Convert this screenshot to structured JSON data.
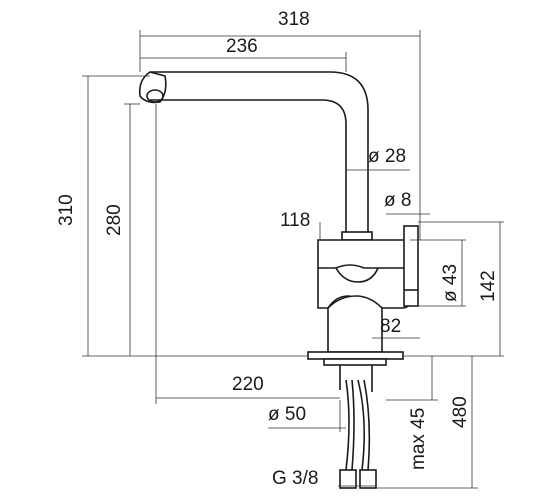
{
  "drawing": {
    "dimensions": {
      "overall_width": "318",
      "spout_reach": "236",
      "overall_height": "310",
      "spout_height": "280",
      "spout_diameter": "ø 28",
      "aerator_diameter": "ø 8",
      "body_offset": "118",
      "body_diameter": "ø 43",
      "body_height": "142",
      "body_width": "82",
      "base_offset": "220",
      "base_diameter": "ø 50",
      "max_deck_thickness": "max 45",
      "hose_length": "480",
      "thread_size": "G 3/8"
    }
  }
}
